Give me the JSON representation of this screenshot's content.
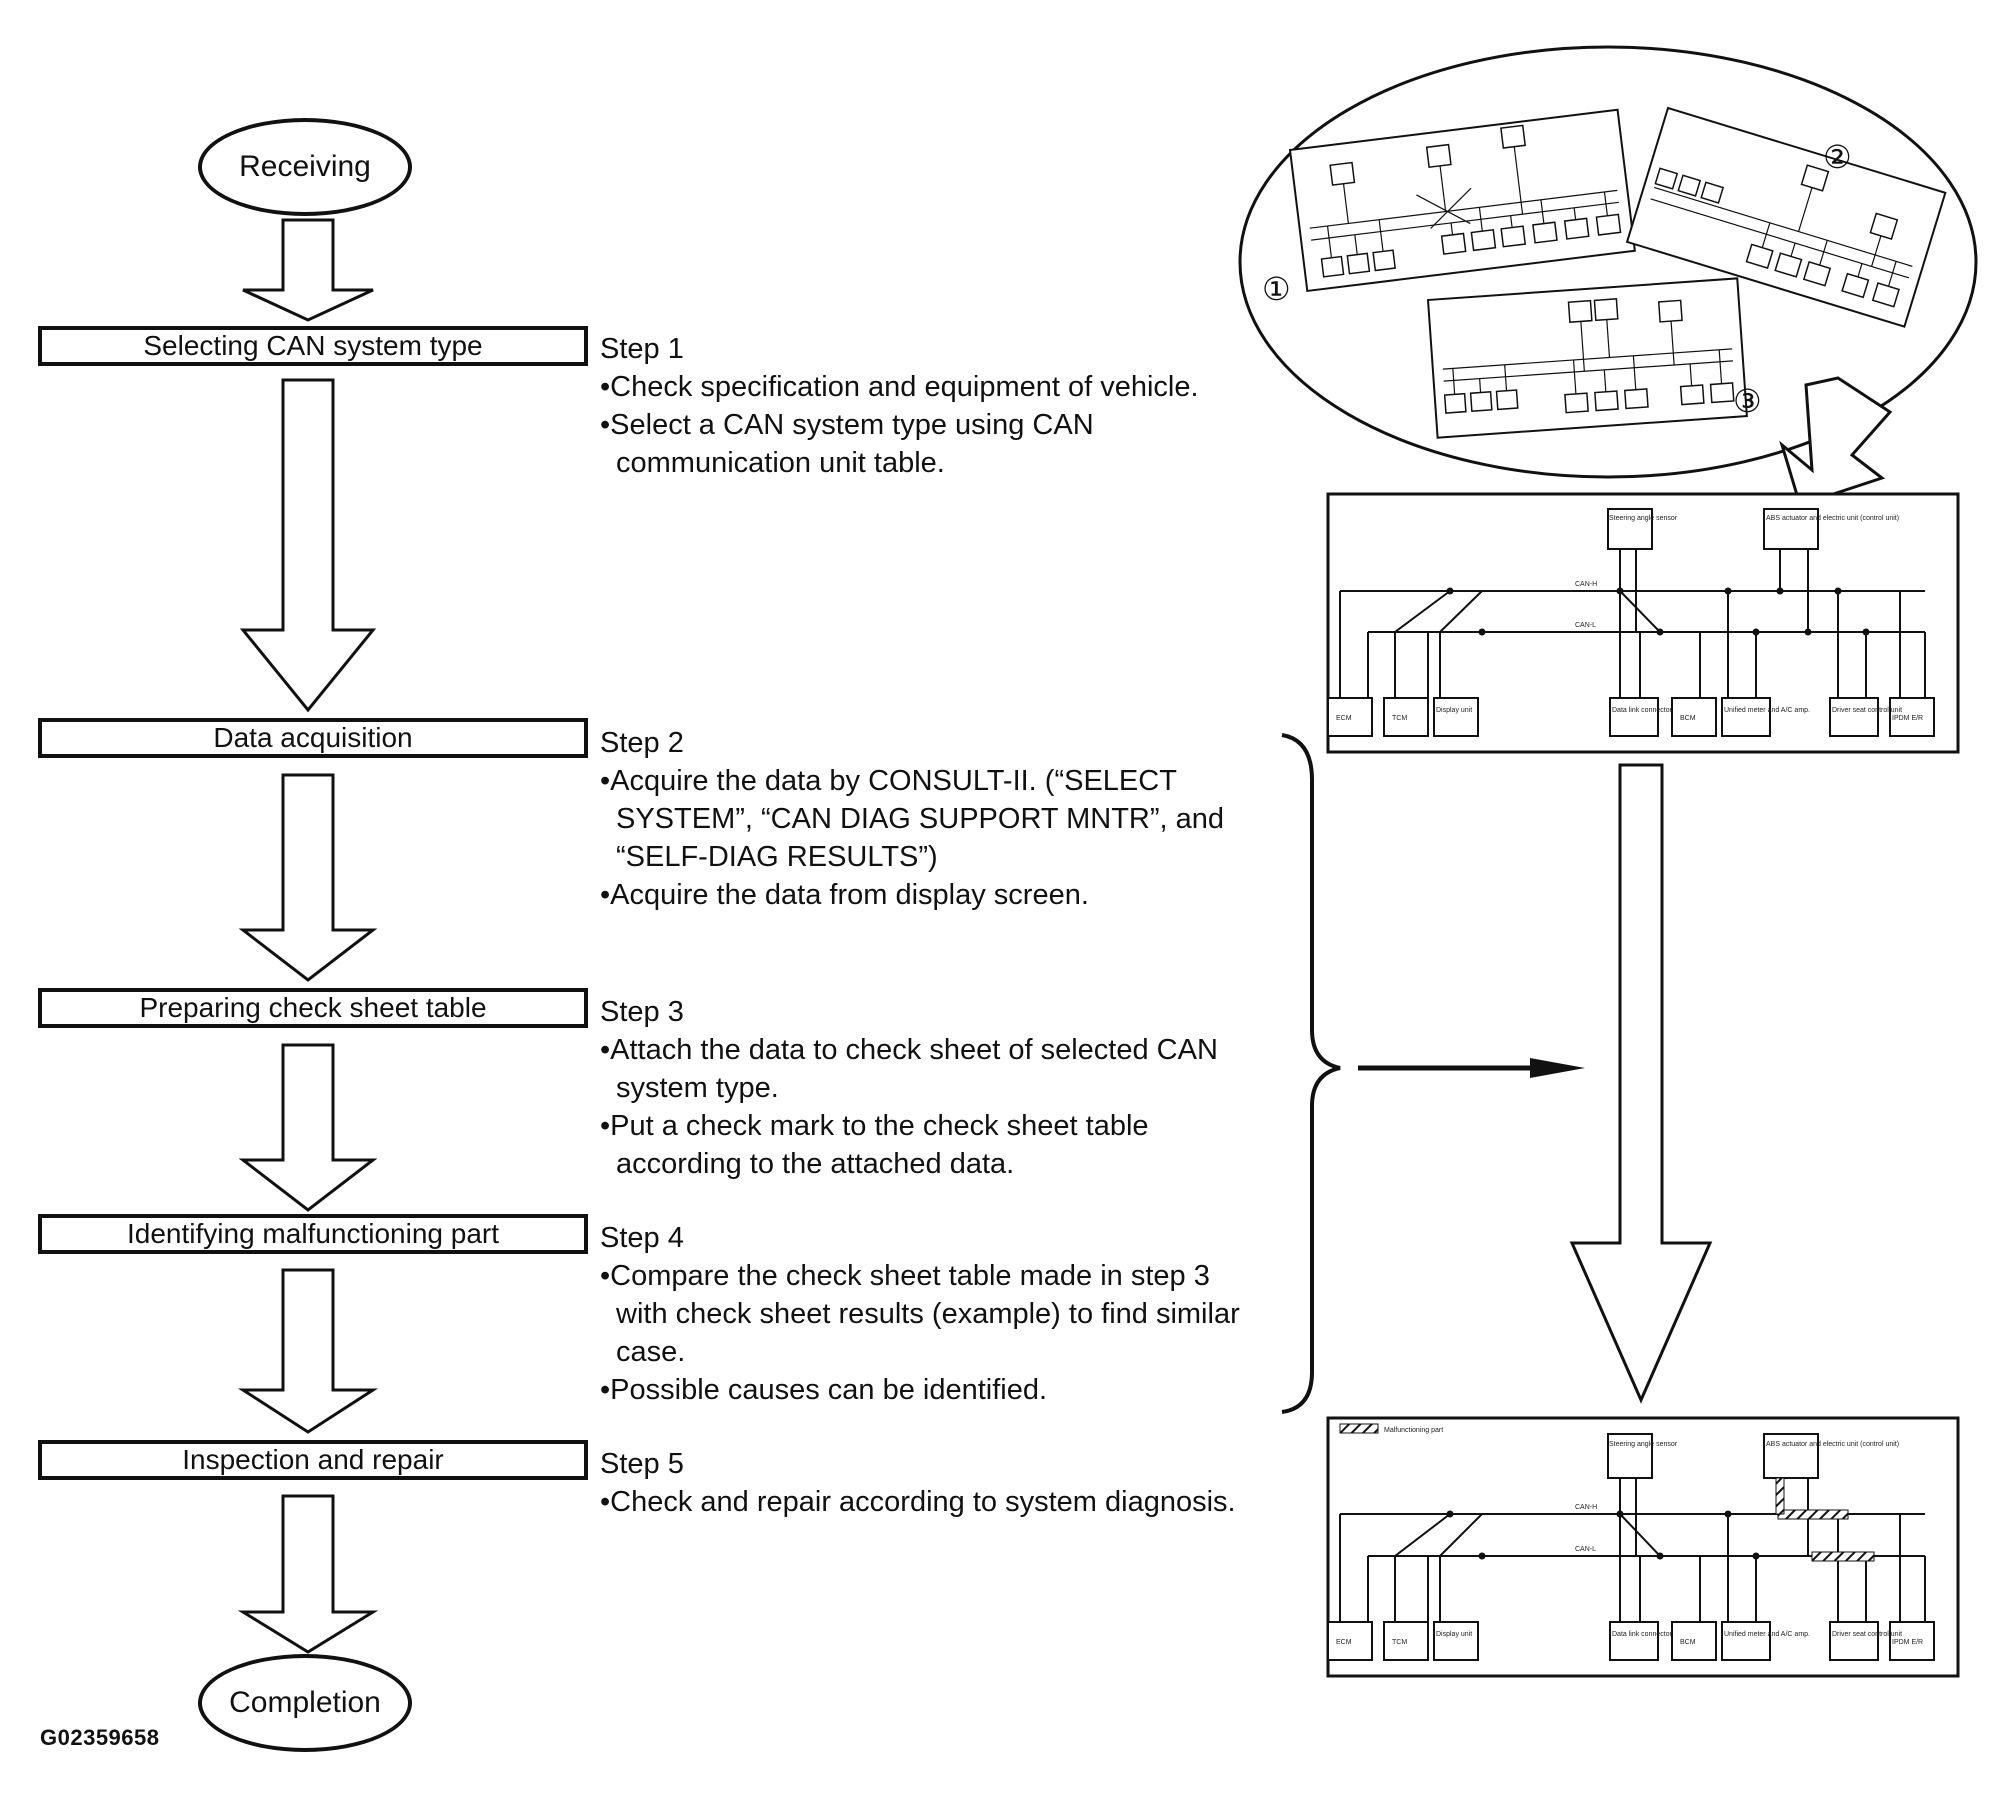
{
  "flow": {
    "start_label": "Receiving",
    "end_label": "Completion",
    "boxes": [
      "Selecting CAN system type",
      "Data acquisition",
      "Preparing check sheet table",
      "Identifying malfunctioning part",
      "Inspection and repair"
    ]
  },
  "steps": [
    {
      "title": "Step 1",
      "bullets": [
        [
          "•Check specification and equipment of vehicle."
        ],
        [
          "•Select a CAN system type using CAN",
          "communication unit table."
        ]
      ]
    },
    {
      "title": "Step 2",
      "bullets": [
        [
          "•Acquire the data by CONSULT-II. (“SELECT",
          "SYSTEM”, “CAN DIAG SUPPORT MNTR”, and",
          "“SELF-DIAG RESULTS”)"
        ],
        [
          "•Acquire the data from display screen."
        ]
      ]
    },
    {
      "title": "Step 3",
      "bullets": [
        [
          "•Attach the data to check sheet of selected CAN",
          "system type."
        ],
        [
          "•Put a check mark to the check sheet table",
          "according to the attached data."
        ]
      ]
    },
    {
      "title": "Step 4",
      "bullets": [
        [
          "•Compare the check sheet table made in step 3",
          "with check sheet results (example) to find similar",
          "case."
        ],
        [
          "•Possible causes can be identified."
        ]
      ]
    },
    {
      "title": "Step 5",
      "bullets": [
        [
          "•Check and repair according to system diagnosis."
        ]
      ]
    }
  ],
  "circled_numbers": [
    "①",
    "②",
    "③"
  ],
  "diagram_top": {
    "units_top": [
      "Steering angle sensor",
      "ABS actuator and electric unit (control unit)"
    ],
    "can_h": "CAN-H",
    "can_l": "CAN-L",
    "units_bottom": [
      "ECM",
      "TCM",
      "Display unit",
      "Data link connector",
      "BCM",
      "Unified meter and A/C amp.",
      "Driver seat control unit",
      "IPDM E/R"
    ]
  },
  "diagram_bottom": {
    "legend": "Malfunctioning part",
    "units_top": [
      "Steering angle sensor",
      "ABS actuator and electric unit (control unit)"
    ],
    "can_h": "CAN-H",
    "can_l": "CAN-L",
    "units_bottom": [
      "ECM",
      "TCM",
      "Display unit",
      "Data link connector",
      "BCM",
      "Unified meter and A/C amp.",
      "Driver seat control unit",
      "IPDM E/R"
    ]
  },
  "figure_code": "G02359658"
}
